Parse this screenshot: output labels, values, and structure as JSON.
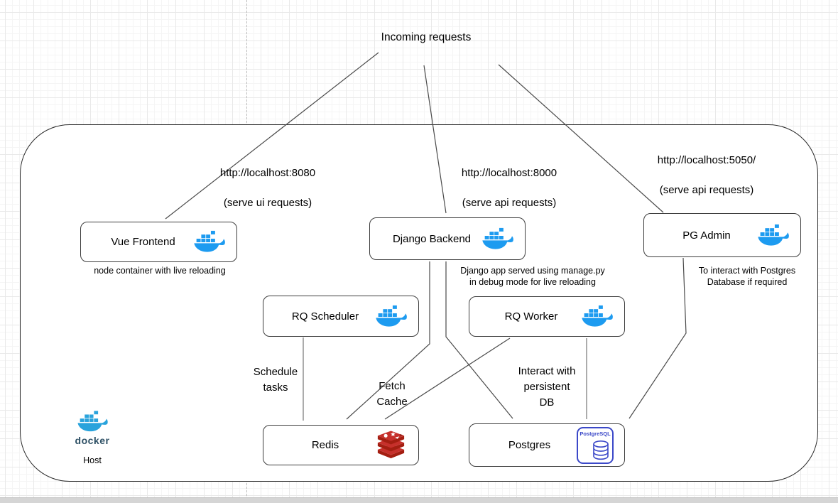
{
  "title": "Incoming requests",
  "urls": {
    "u8080": {
      "line1": "http://localhost:8080",
      "line2": "(serve ui requests)"
    },
    "u8000": {
      "line1": "http://localhost:8000",
      "line2": "(serve api requests)"
    },
    "u5050": {
      "line1": "http://localhost:5050/",
      "line2": "(serve api requests)"
    }
  },
  "nodes": {
    "vue": {
      "label": "Vue Frontend"
    },
    "django": {
      "label": "Django Backend"
    },
    "pgadmin": {
      "label": "PG Admin"
    },
    "rq_scheduler": {
      "label": "RQ Scheduler"
    },
    "rq_worker": {
      "label": "RQ Worker"
    },
    "redis": {
      "label": "Redis"
    },
    "postgres": {
      "label": "Postgres"
    }
  },
  "notes": {
    "vue": "node container with live reloading",
    "django_line1": "Django app served using manage.py",
    "django_line2": "in debug mode for live reloading",
    "pgadmin_line1": "To interact with Postgres",
    "pgadmin_line2": "Database if required"
  },
  "edge_labels": {
    "schedule": {
      "line1": "Schedule",
      "line2": "tasks"
    },
    "fetch": {
      "line1": "Fetch",
      "line2": "Cache"
    },
    "interact": {
      "line1": "Interact with",
      "line2": "persistent",
      "line3": "DB"
    }
  },
  "host": {
    "wordmark": "docker",
    "label": "Host"
  },
  "icons": {
    "postgres_label": "PostgreSQL"
  },
  "colors": {
    "docker_blue": "#1d9bf0",
    "docker_host_teal": "#29a3dc",
    "redis_red": "#c6302b",
    "redis_dark_red": "#a41e11",
    "postgres_blue": "#3b48c8",
    "edge": "#4a4a4a"
  }
}
